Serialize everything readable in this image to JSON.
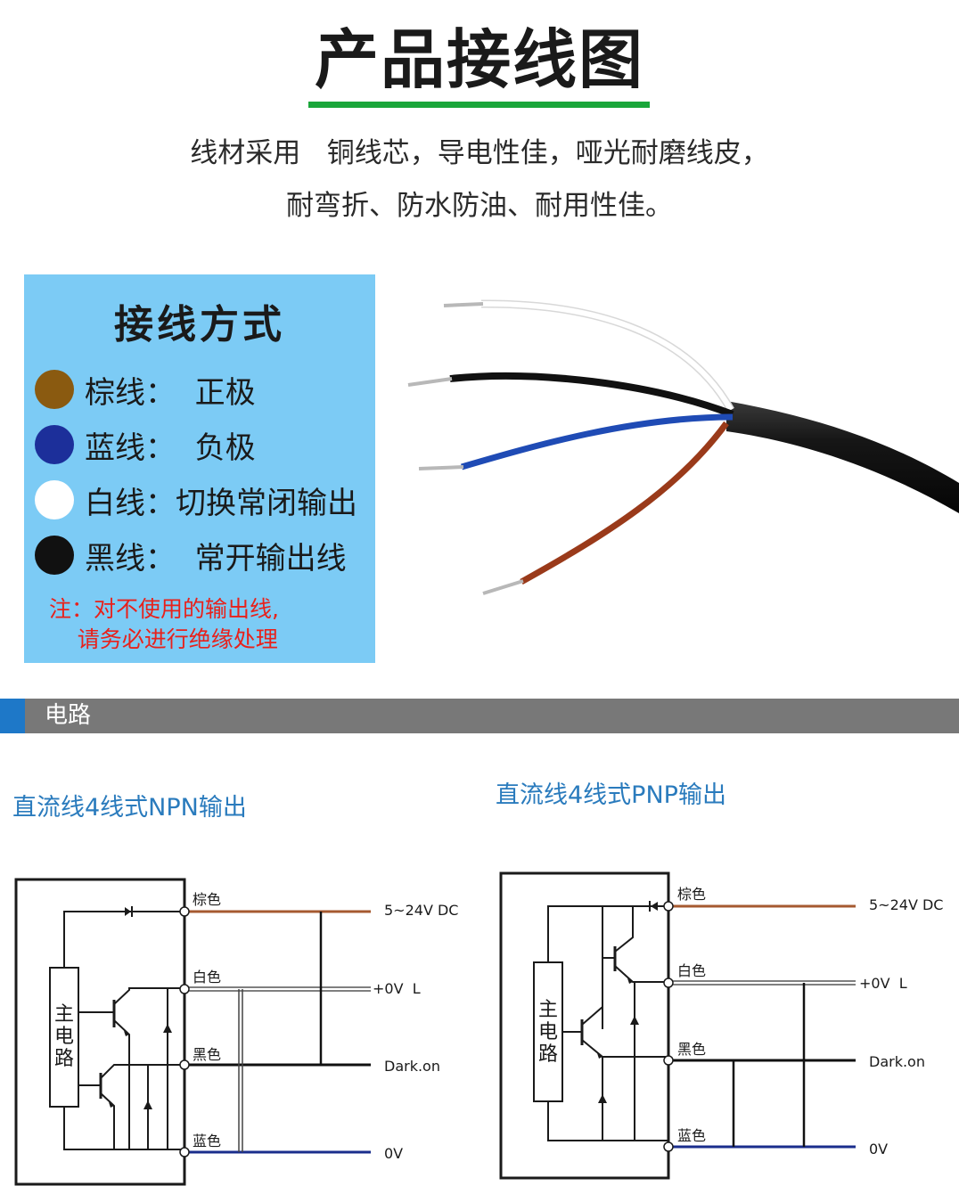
{
  "header": {
    "title": "产品接线图",
    "accent_color": "#1aa63a",
    "desc_line1": "线材采用   铜线芯，导电性佳，哑光耐磨线皮，",
    "desc_line2": "耐弯折、防水防油、耐用性佳。"
  },
  "legend": {
    "title": "接线方式",
    "background": "#7ccbf5",
    "items": [
      {
        "label": "棕线：  正极",
        "color": "#8a5a10"
      },
      {
        "label": "蓝线：  负极",
        "color": "#1c2f9a"
      },
      {
        "label": "白线：切换常闭输出",
        "color": "#ffffff"
      },
      {
        "label": "黑线：  常开输出线",
        "color": "#111111"
      }
    ],
    "note_line1": "注：对不使用的输出线,",
    "note_line2": "    请务必进行绝缘处理"
  },
  "section": {
    "title": "电路",
    "bar_color": "#787878",
    "accent_color": "#1e78c8"
  },
  "circuits": {
    "npn": {
      "title": "直流线4线式NPN输出",
      "main_label": "主电路",
      "wire_labels": [
        "棕色",
        "白色",
        "黑色",
        "蓝色"
      ],
      "outputs": [
        "5~24V DC",
        "+0V  L",
        "Dark.on",
        "0V"
      ]
    },
    "pnp": {
      "title": "直流线4线式PNP输出",
      "main_label": "主电路",
      "wire_labels": [
        "棕色",
        "白色",
        "黑色",
        "蓝色"
      ],
      "outputs": [
        "5~24V DC",
        "+0V  L",
        "Dark.on",
        "0V"
      ]
    }
  }
}
